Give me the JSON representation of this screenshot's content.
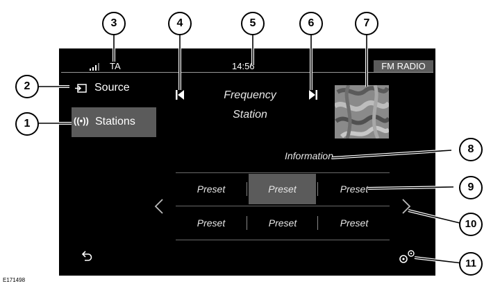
{
  "status": {
    "signal_icon": "signal-bars-icon",
    "ta_label": "TA",
    "time": "14:56",
    "mode_badge": "FM RADIO"
  },
  "menu": {
    "source_label": "Source",
    "stations_label": "Stations"
  },
  "center": {
    "frequency_label": "Frequency",
    "station_label": "Station",
    "information_label": "Information"
  },
  "presets": {
    "row1": [
      "Preset",
      "Preset",
      "Preset"
    ],
    "row2": [
      "Preset",
      "Preset",
      "Preset"
    ],
    "selected_row": 0,
    "selected_col": 1
  },
  "callouts": [
    "1",
    "2",
    "3",
    "4",
    "5",
    "6",
    "7",
    "8",
    "9",
    "10",
    "11"
  ],
  "figure_code": "E171498",
  "colors": {
    "screen": "#000000",
    "highlight": "#5b5b5b",
    "text": "#ffffff"
  }
}
